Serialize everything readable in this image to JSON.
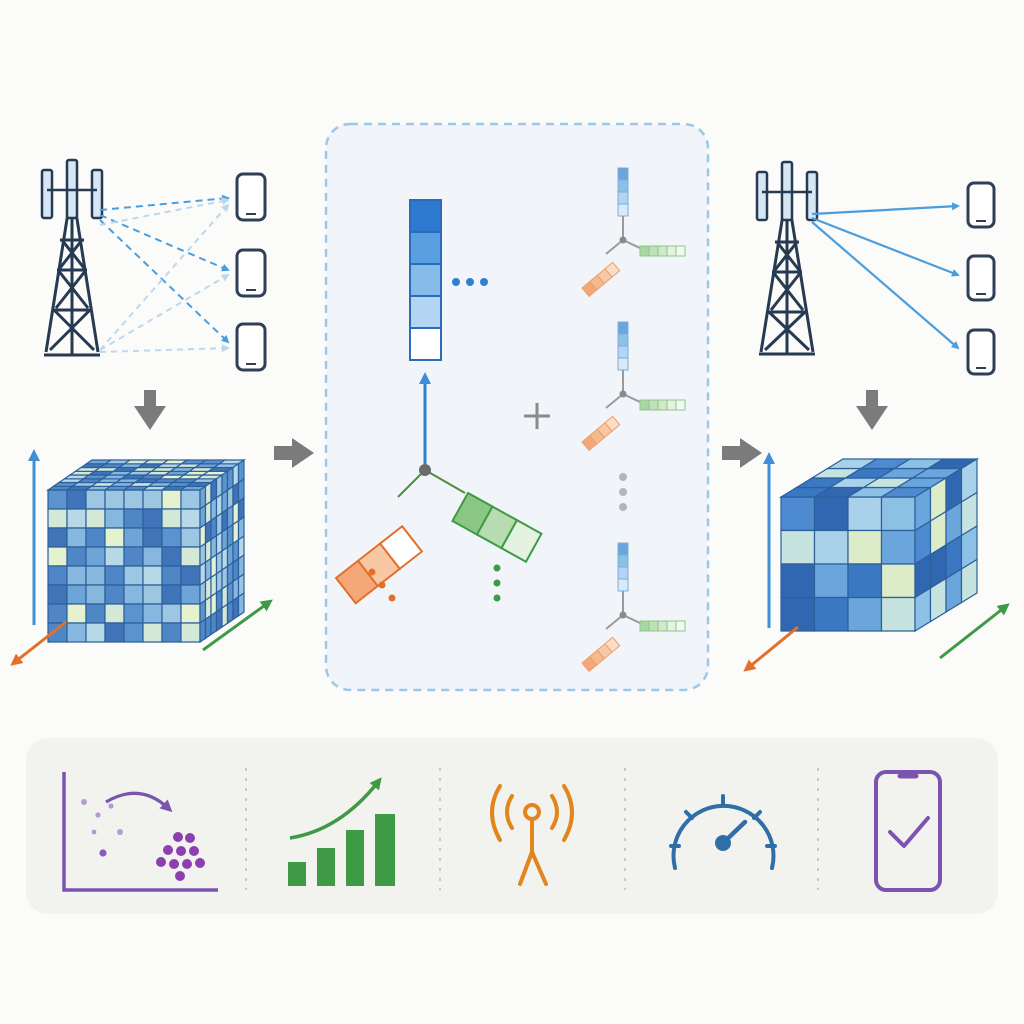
{
  "diagram": {
    "colors": {
      "tower": "#263a52",
      "antenna_fill": "#d7e6f5",
      "phone": "#2f3f55",
      "beam_blue": "#4a9ede",
      "beam_light": "#bcd7ef",
      "flow_arrow": "#7b7b7b",
      "axis_blue": "#3e8fd6",
      "axis_orange": "#e2702a",
      "axis_green": "#3f9a45",
      "panel_border": "#9cc7e8",
      "panel_fill": "#f1f5fa",
      "bottom_bar_fill": "#f2f3ee",
      "icon_purple": "#7b54b0",
      "icon_green": "#3f9a45",
      "icon_orange": "#e2851e",
      "icon_blue": "#2f6fa8"
    },
    "left_panel": {
      "tower_icon": "cell-tower-icon",
      "device_icon": "smartphone-icon",
      "device_count": 3,
      "tensor": "channel-tensor-cube"
    },
    "center_panel": {
      "decomposition": "rank-one-components",
      "main_component": "tensor-factor-vectors",
      "operator_icon": "plus-icon",
      "component_count_shown": 3
    },
    "right_panel": {
      "tower_icon": "cell-tower-icon",
      "device_icon": "smartphone-icon",
      "device_count": 3,
      "tensor": "reconstructed-tensor-cube"
    },
    "bottom_icons": [
      {
        "name": "scatter-shift-chart-icon"
      },
      {
        "name": "growth-bar-chart-icon"
      },
      {
        "name": "antenna-signal-icon"
      },
      {
        "name": "speed-gauge-icon"
      },
      {
        "name": "phone-checkmark-icon"
      }
    ]
  }
}
